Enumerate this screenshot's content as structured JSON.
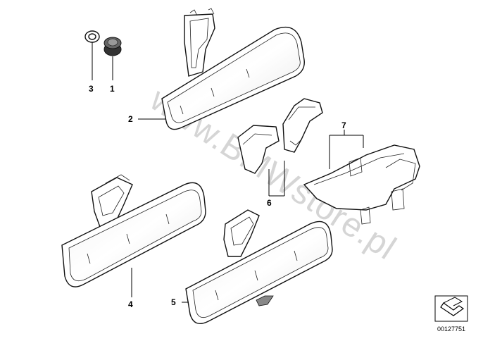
{
  "diagram": {
    "watermark": "www.BMWstore.pl",
    "drawing_code": "00127751",
    "callouts": [
      {
        "id": "1",
        "text": "1"
      },
      {
        "id": "2",
        "text": "2"
      },
      {
        "id": "3",
        "text": "3"
      },
      {
        "id": "4",
        "text": "4"
      },
      {
        "id": "5",
        "text": "5"
      },
      {
        "id": "6",
        "text": "6"
      },
      {
        "id": "7",
        "text": "7"
      }
    ]
  }
}
